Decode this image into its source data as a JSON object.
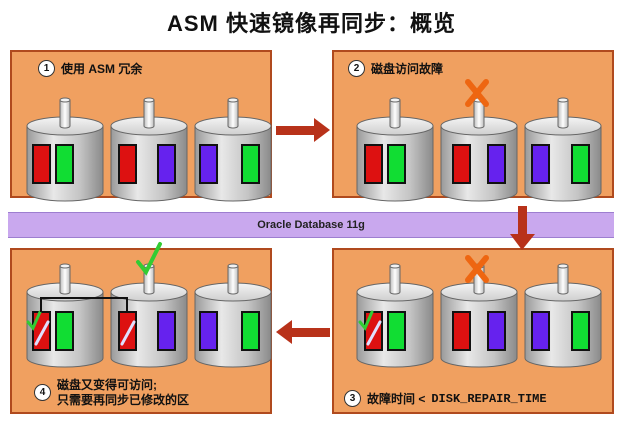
{
  "title": "ASM 快速镜像再同步：概览",
  "band_label": "Oracle Database 11g",
  "steps": [
    {
      "num": "1",
      "label": "使用 ASM 冗余"
    },
    {
      "num": "2",
      "label": "磁盘访问故障"
    },
    {
      "num": "3",
      "label_prefix": "故障时间 <",
      "label_code": "DISK_REPAIR_TIME"
    },
    {
      "num": "4",
      "label_line1": "磁盘又变得可访问;",
      "label_line2": "只需要再同步已修改的区"
    }
  ],
  "colors": {
    "panel": "#f0a060",
    "panel_border": "#b04a1e",
    "arrow": "#b8321a",
    "red_block": "#dd1111",
    "green_block": "#11dd33",
    "blue_block": "#6622ee",
    "fail_mark": "#ee6611",
    "check_mark": "#33cc33",
    "band": "#c9a8ee"
  }
}
